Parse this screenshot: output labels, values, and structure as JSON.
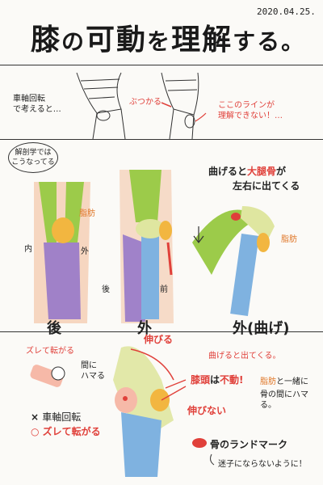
{
  "date": "2020.04.25.",
  "title": {
    "kanji": "膝",
    "part1": "の",
    "part2": "可動",
    "part3": "を",
    "part4": "理解",
    "part5": "する。"
  },
  "section1": {
    "left_note": "車軸回転\nで考えると…",
    "bump": "ぶつかる",
    "right_note": "ここのラインが\n理解できない！…"
  },
  "section2": {
    "bubble": "解剖学では\nこうなってる",
    "fat_pad_label": "脂肪",
    "inner_label": "内",
    "outer_label": "外",
    "back_label": "後",
    "front_label": "前",
    "bend_note_1": "曲げると",
    "bend_note_2": "大腿骨",
    "bend_note_3": "が",
    "bend_note_4": "左右に出てくる",
    "fat_pad_label_right": "脂肪",
    "caption_back": "後",
    "caption_side": "外",
    "caption_bent": "外(曲げ)"
  },
  "section3": {
    "slide_label": "ズレて転がる",
    "gap_note": "間に\nハマる",
    "stretch": "伸びる",
    "bend_out": "曲げると出てくる。",
    "patella_1": "膝頭",
    "patella_2": "は",
    "patella_3": "不動!",
    "fat_1": "脂肪",
    "fat_2": "と一緒に",
    "fat_3": "骨の間にハマる。",
    "no_stretch": "伸びない",
    "x_mark": "×",
    "axle": "車軸回転",
    "o_mark": "○",
    "slide_roll": "ズレて転がる",
    "landmark": "骨のランドマーク",
    "landmark_note": "迷子にならないように！"
  },
  "colors": {
    "red": "#e0403a",
    "orange": "#e0782a",
    "muscle_green": "#9ccb4a",
    "muscle_purple": "#8b6cc9",
    "bone_blue": "#7fb2e0",
    "skin": "#f3c6a8"
  }
}
